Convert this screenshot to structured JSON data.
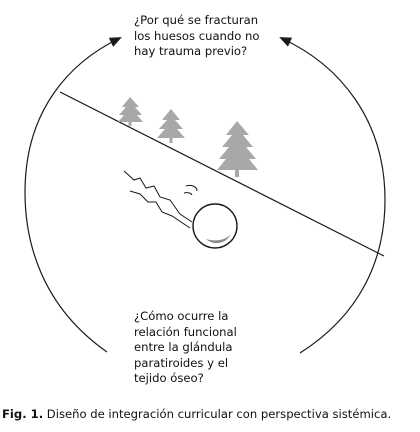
{
  "diagram": {
    "top_question": [
      "¿Por qué se fracturan",
      "los huesos cuando no",
      "hay trauma previo?"
    ],
    "bottom_question": [
      "¿Cómo ocurre la",
      "relación funcional",
      "entre la glándula",
      "paratiroides y el",
      "tejido óseo?"
    ],
    "colors": {
      "stroke": "#1a1a1a",
      "tree": "#a8a8a8",
      "ball_shadow": "#8a8a8a"
    }
  },
  "caption": {
    "label": "Fig. 1.",
    "text": "Diseño de integración curricular con perspectiva sistémica."
  }
}
